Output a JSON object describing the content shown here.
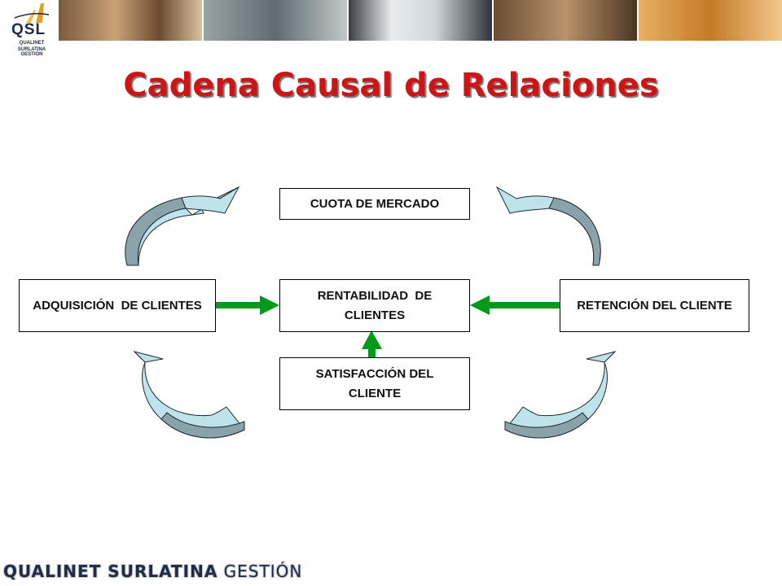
{
  "logo": {
    "text": "QSL",
    "line1": "QUALINET",
    "line2": "SURLATINA GESTIÓN"
  },
  "title": "Cadena Causal de Relaciones",
  "boxes": {
    "cuota": "CUOTA DE MERCADO",
    "adquisicion": "ADQUISICIÓN  DE CLIENTES",
    "rentabilidad": "RENTABILIDAD  DE CLIENTES",
    "retencion": "RETENCIÓN DEL CLIENTE",
    "satisfaccion": "SATISFACCIÓN DEL CLIENTE"
  },
  "footer": {
    "brand": "QUALINET SURLATINA",
    "suffix": "GESTIÓN"
  },
  "colors": {
    "title": "#cc1616",
    "connector_arrows": "#009a1a",
    "curved_arrow_light": "#bfe3ea",
    "curved_arrow_dark": "#8aa3ab"
  }
}
